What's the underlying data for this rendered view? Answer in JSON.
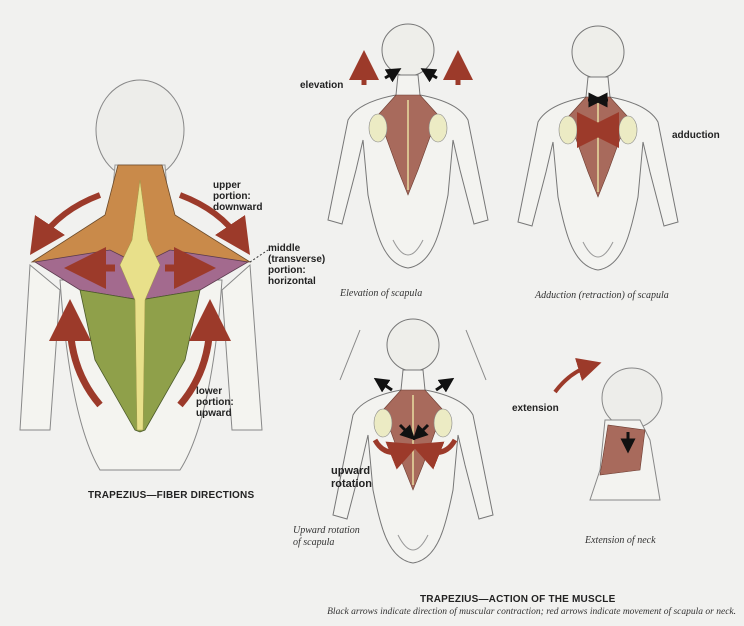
{
  "fiber_directions": {
    "title": "TRAPEZIUS—FIBER DIRECTIONS",
    "upper": [
      "upper",
      "portion:",
      "downward"
    ],
    "middle": [
      "middle",
      "(transverse)",
      "portion:",
      "horizontal"
    ],
    "lower": [
      "lower",
      "portion:",
      "upward"
    ]
  },
  "actions": {
    "elevation": {
      "label": "elevation",
      "caption": "Elevation of scapula"
    },
    "adduction": {
      "label": "adduction",
      "caption": "Adduction (retraction) of scapula"
    },
    "upward_rotation": {
      "label": [
        "upward",
        "rotation"
      ],
      "caption": [
        "Upward rotation",
        "of scapula"
      ]
    },
    "extension": {
      "label": "extension",
      "caption": "Extension of neck"
    }
  },
  "footer": {
    "title": "TRAPEZIUS—ACTION OF THE MUSCLE",
    "note": "Black arrows indicate direction of muscular contraction; red arrows indicate movement of scapula or neck."
  },
  "colors": {
    "red_arrow": "#9c3a2a",
    "upper": "#c98a4a",
    "middle": "#a36a8e",
    "lower": "#8fa04a",
    "tendon": "#e8e08a"
  }
}
